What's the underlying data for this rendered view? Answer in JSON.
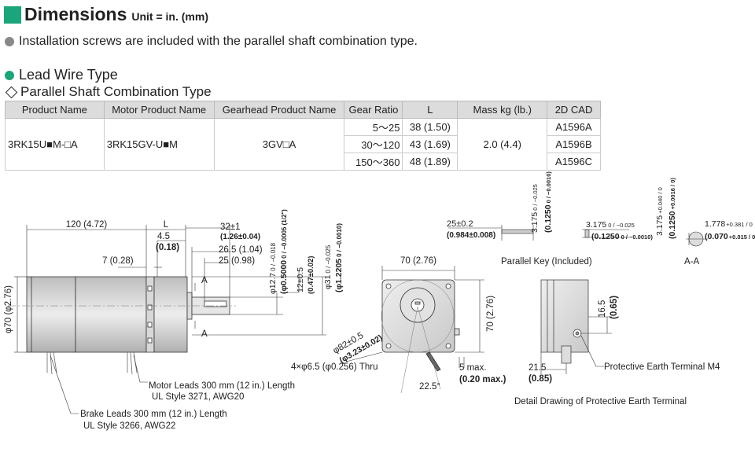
{
  "header": {
    "title": "Dimensions",
    "unit": "Unit = in. (mm)"
  },
  "note": "Installation screws are included with the parallel shaft combination type.",
  "section": {
    "title": "Lead Wire Type",
    "subtitle": "Parallel Shaft Combination Type"
  },
  "table": {
    "headers": [
      "Product Name",
      "Motor Product Name",
      "Gearhead Product Name",
      "Gear Ratio",
      "L",
      "Mass kg (lb.)",
      "2D CAD"
    ],
    "product_name": "3RK15U■M-□A",
    "motor_product_name": "3RK15GV-U■M",
    "gearhead_product_name": "3GV□A",
    "mass": "2.0 (4.4)",
    "rows": [
      {
        "gear_ratio": "5～25",
        "l": "38 (1.50)",
        "cad": "A1596A"
      },
      {
        "gear_ratio": "30～120",
        "l": "43 (1.69)",
        "cad": "A1596B"
      },
      {
        "gear_ratio": "150～360",
        "l": "48 (1.89)",
        "cad": "A1596C"
      }
    ]
  },
  "drawing": {
    "dim_120": "120 (4.72)",
    "dim_L": "L",
    "dim_45": "4.5",
    "dim_45_in": "(0.18)",
    "dim_32": "32±1",
    "dim_32_in": "(1.26±0.04)",
    "dim_265": "26.5 (1.04)",
    "dim_25": "25 (0.98)",
    "dim_7": "7 (0.28)",
    "dim_phi70": "φ70 (φ2.76)",
    "section_a": "A",
    "shaft_1": "φ12.7",
    "shaft_1_tol": "0 / −0.018",
    "shaft_2": "(φ0.5000",
    "shaft_2_tol": "0 / −0.0005 (1/2\")",
    "shaft_3": "12±0.5",
    "shaft_3_in": "(0.47±0.02)",
    "shaft_4": "φ31",
    "shaft_4_tol": "0 / −0.025",
    "shaft_5": "(φ1.2205",
    "shaft_5_tol": "0 / −0.0010)",
    "dim_70w": "70 (2.76)",
    "dim_70h": "70 (2.76)",
    "dim_phi82": "φ82±0.5",
    "dim_phi82_in": "(φ3.23±0.02)",
    "holes": "4×φ6.5 (φ0.256) Thru",
    "dim_5max": "5 max.",
    "dim_5max_in": "(0.20 max.)",
    "angle": "22.5°",
    "motor_leads_1": "Motor Leads 300 mm (12 in.) Length",
    "motor_leads_2": "UL Style 3271, AWG20",
    "brake_leads_1": "Brake Leads 300 mm (12 in.) Length",
    "brake_leads_2": "UL Style 3266, AWG22",
    "key_25": "25±0.2",
    "key_25_in": "(0.984±0.008)",
    "key_h": "3.175",
    "key_h_tol": "0 / −0.025",
    "key_h_in": "(0.1250",
    "key_h_in_tol": "0 / −0.0010)",
    "key_w": "3.175",
    "key_w_tol": "0 / −0.025",
    "key_w_in": "(0.1250",
    "key_w_in_tol": "0 / −0.0010)",
    "parallel_key": "Parallel Key (Included)",
    "aa_h": "3.175",
    "aa_h_tol": "+0.040 / 0",
    "aa_h_in": "(0.1250",
    "aa_h_in_tol": "+0.0016 / 0)",
    "aa_w": "1.778",
    "aa_w_tol": "+0.381 / 0",
    "aa_w_in": "(0.070",
    "aa_w_in_tol": "+0.015 / 0)",
    "aa_label": "A-A",
    "dim_165": "16.5",
    "dim_165_in": "(0.65)",
    "dim_215": "21.5",
    "dim_215_in": "(0.85)",
    "pe_terminal": "Protective Earth Terminal M4",
    "detail_caption": "Detail Drawing of Protective Earth Terminal"
  }
}
